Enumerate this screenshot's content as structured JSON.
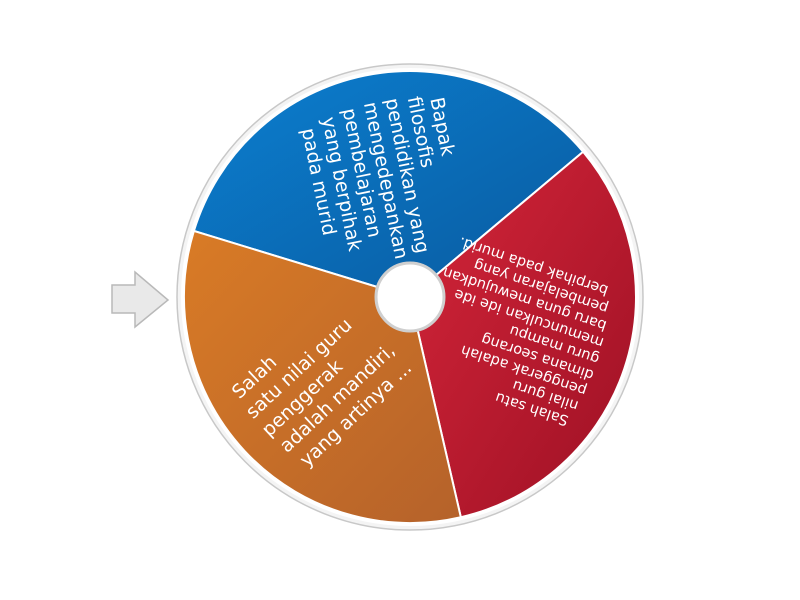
{
  "wheel": {
    "segments": [
      {
        "color_start": "#0b7fd0",
        "color_end": "#0a5a9f",
        "start_angle": 197,
        "end_angle": 320,
        "lines": [
          "Bapak",
          "filosofis",
          "pendidikan yang",
          "mengedepankan",
          "pembelajaran",
          "yang berpihak",
          "pada murid"
        ]
      },
      {
        "color_start": "#d6263a",
        "color_end": "#9c1024",
        "start_angle": 320,
        "end_angle": 437,
        "lines": [
          "Salah satu",
          "nilai guru",
          "penggerak adalah",
          "dimana seorang",
          "guru mampu",
          "memunculkan ide ide",
          "baru guna mewujudkan",
          "pembelajaran yang",
          "berpihak pada murid."
        ]
      },
      {
        "color_start": "#d97b26",
        "color_end": "#b5622a",
        "start_angle": 77,
        "end_angle": 197,
        "lines": [
          "Salah",
          "satu nilai guru",
          "penggerak",
          "adalah mandiri,",
          "yang artinya ..."
        ]
      }
    ]
  },
  "pointer": {
    "icon": "arrow-right-icon",
    "fill": "#e9e9e9",
    "stroke": "#b9b9b9"
  }
}
